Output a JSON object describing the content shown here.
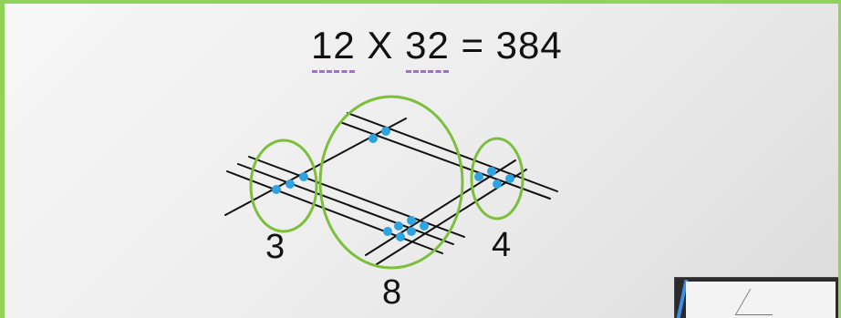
{
  "equation": {
    "a1": "1",
    "a2": "2",
    "times": "X",
    "b1": "3",
    "b2": "2",
    "equals": "=",
    "result": "384"
  },
  "labels": {
    "left": "3",
    "middle": "8",
    "right": "4"
  },
  "colors": {
    "frame_border": "#8fd35a",
    "lines": "#111111",
    "intersections": "#2fa3e0",
    "ellipses": "#7cbf3a",
    "underline": "#a46ad6"
  },
  "icons": {
    "thumbnail": "slide-thumbnail-icon"
  }
}
